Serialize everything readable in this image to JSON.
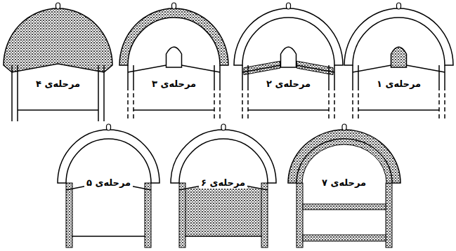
{
  "diagram": {
    "nodes": [
      {
        "text": [
          "مرحله‌ی ۱"
        ]
      },
      {
        "text": [
          "مرحله‌ی ۲"
        ]
      },
      {
        "text": [
          "مرحله‌ی ۳"
        ]
      },
      {
        "text": [
          "مرحله‌ی ۴"
        ]
      },
      {
        "text": [
          "مرحله‌ی ۵"
        ]
      },
      {
        "text": [
          "مرحله‌ی ۶"
        ]
      },
      {
        "text": [
          "مرحله‌ی ۷"
        ]
      }
    ]
  }
}
